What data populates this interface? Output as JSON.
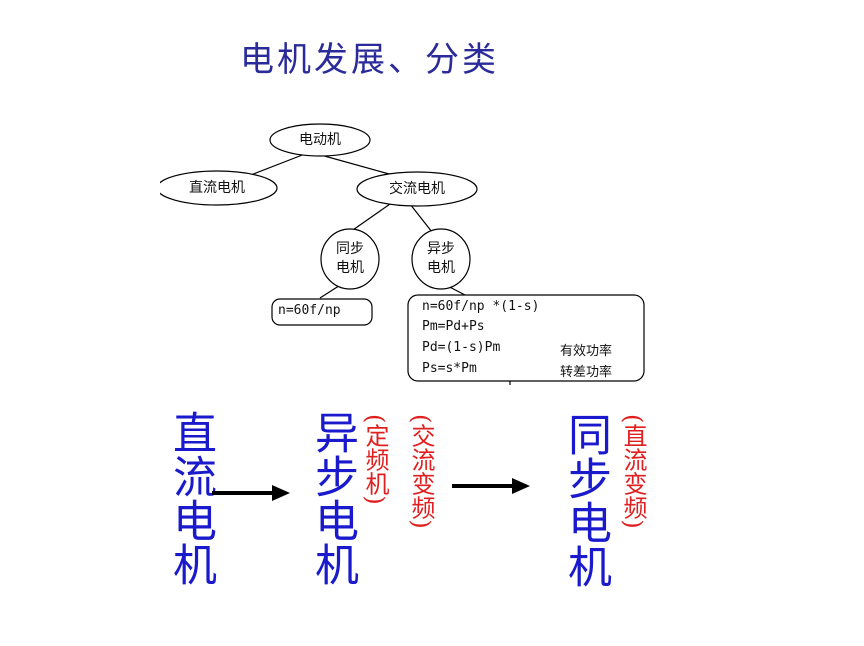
{
  "title": "电机发展、分类",
  "tree": {
    "root": "电动机",
    "dc": "直流电机",
    "ac": "交流电机",
    "sync_line1": "同步",
    "sync_line2": "电机",
    "async_line1": "异步",
    "async_line2": "电机",
    "sync_formula": "n=60f/np",
    "async_box": {
      "line1": "n=60f/np   *(1-s)",
      "line2": "Pm=Pd+Ps",
      "line3": "Pd=(1-s)Pm",
      "line3_note": "有效功率",
      "line4": "Ps=s*Pm",
      "line4_note": "转差功率"
    }
  },
  "flow": {
    "dc_motor": "直流电机",
    "async_motor": "异步电机",
    "async_note1": "(定频机)",
    "async_note2": "(交流变频)",
    "sync_motor": "同步电机",
    "sync_note": "(直流变频)"
  },
  "colors": {
    "title": "#2a2a9a",
    "motor_text": "#1a1acc",
    "note_text": "#e02020",
    "arrow": "#000000"
  }
}
